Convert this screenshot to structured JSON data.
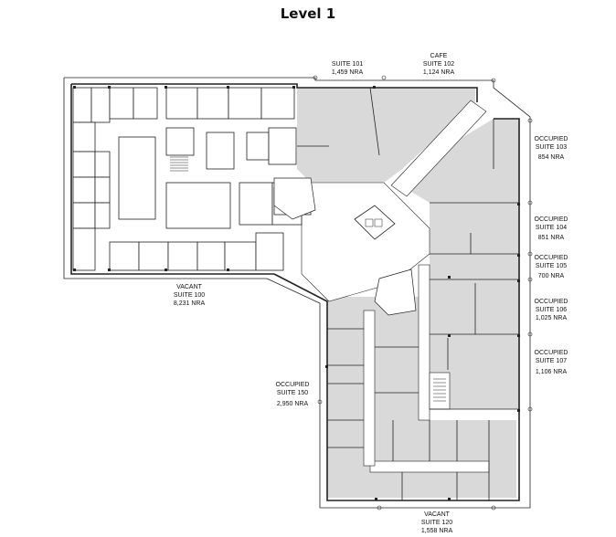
{
  "title": "Level 1",
  "suites": {
    "s101": {
      "name": "SUITE 101",
      "area": "1,459 NRA"
    },
    "s102": {
      "status": "CAFE",
      "name": "SUITE 102",
      "area": "1,124 NRA"
    },
    "s103": {
      "status": "OCCUPIED",
      "name": "SUITE 103",
      "area": "854 NRA"
    },
    "s104": {
      "status": "OCCUPIED",
      "name": "SUITE 104",
      "area": "851 NRA"
    },
    "s105": {
      "status": "OCCUPIED",
      "name": "SUITE 105",
      "area": "700 NRA"
    },
    "s106": {
      "status": "OCCUPIED",
      "name": "SUITE 106",
      "area": "1,025 NRA"
    },
    "s107": {
      "status": "OCCUPIED",
      "name": "SUITE 107",
      "area": "1,106 NRA"
    },
    "s100": {
      "status": "VACANT",
      "name": "SUITE 100",
      "area": "8,231 NRA"
    },
    "s150": {
      "status": "OCCUPIED",
      "name": "SUITE 150",
      "area": "2,950 NRA"
    },
    "s120": {
      "status": "VACANT",
      "name": "SUITE 120",
      "area": "1,558 NRA"
    }
  },
  "colors": {
    "occupied_fill": "#d9d9d9",
    "wall": "#222222",
    "background": "#ffffff"
  }
}
